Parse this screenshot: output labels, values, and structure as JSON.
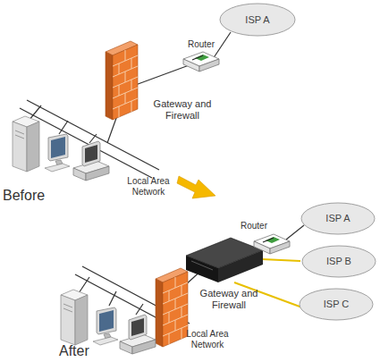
{
  "diagram": {
    "nodes": [
      {
        "text": [
          "ISP A"
        ]
      },
      {
        "text": [
          "ISP A"
        ]
      },
      {
        "text": [
          "ISP B"
        ]
      },
      {
        "text": [
          "ISP C"
        ]
      }
    ],
    "labels": [
      "Router",
      "Gateway and Firewall",
      "Local Area Network",
      "Before",
      "Router",
      "Gateway and Firewall",
      "After",
      "Local Area Network"
    ]
  }
}
